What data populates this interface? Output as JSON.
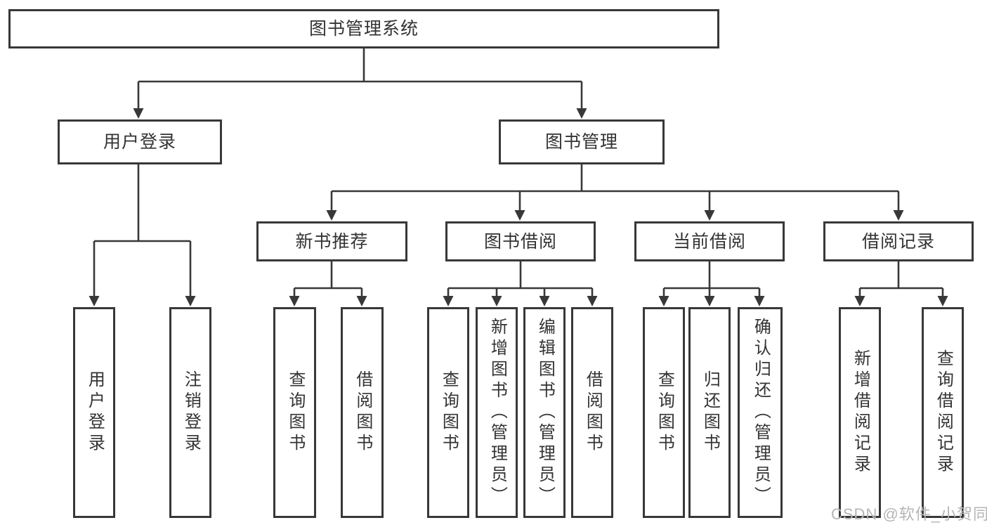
{
  "diagram": {
    "type": "hierarchy-chart",
    "root": {
      "label": "图书管理系统",
      "children": [
        {
          "label": "用户登录",
          "children": [
            {
              "label": "用户登录"
            },
            {
              "label": "注销登录"
            }
          ]
        },
        {
          "label": "图书管理",
          "children": [
            {
              "label": "新书推荐",
              "children": [
                {
                  "label": "查询图书"
                },
                {
                  "label": "借阅图书"
                }
              ]
            },
            {
              "label": "图书借阅",
              "children": [
                {
                  "label": "查询图书"
                },
                {
                  "label": "新增图书（管理员）"
                },
                {
                  "label": "编辑图书（管理员）"
                },
                {
                  "label": "借阅图书"
                }
              ]
            },
            {
              "label": "当前借阅",
              "children": [
                {
                  "label": "查询图书"
                },
                {
                  "label": "归还图书"
                },
                {
                  "label": "确认归还（管理员）"
                }
              ]
            },
            {
              "label": "借阅记录",
              "children": [
                {
                  "label": "新增借阅记录"
                },
                {
                  "label": "查询借阅记录"
                }
              ]
            }
          ]
        }
      ]
    },
    "watermark": "CSDN @软件_小贺同学",
    "colors": {
      "line": "#383838",
      "box_border": "#383838",
      "box_background": "#ffffff",
      "text": "#333333",
      "watermark": "#b5b5b5",
      "page_background": "#ffffff"
    }
  }
}
